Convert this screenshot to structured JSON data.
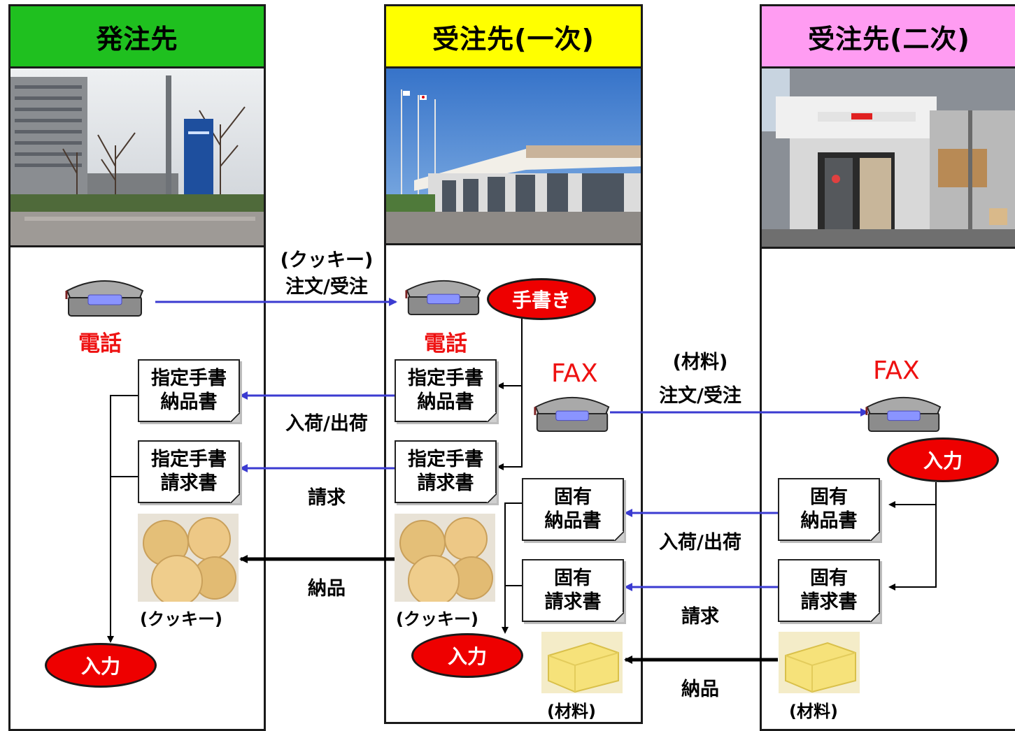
{
  "lanes": {
    "orderer": {
      "title": "発注先",
      "color": "#1fc01f"
    },
    "primary": {
      "title": "受注先(一次)",
      "color": "#ffff00"
    },
    "secondary": {
      "title": "受注先(二次)",
      "color": "#ff9cf2"
    }
  },
  "orderer": {
    "phone_label": "電話",
    "delivery_doc": [
      "指定手書",
      "納品書"
    ],
    "invoice_doc": [
      "指定手書",
      "請求書"
    ],
    "cookie_caption": "(クッキー)",
    "input_label": "入力"
  },
  "primary": {
    "phone_label": "電話",
    "handwritten_label": "手書き",
    "delivery_doc": [
      "指定手書",
      "納品書"
    ],
    "invoice_doc": [
      "指定手書",
      "請求書"
    ],
    "fax_label": "FAX",
    "own_delivery_doc": [
      "固有",
      "納品書"
    ],
    "own_invoice_doc": [
      "固有",
      "請求書"
    ],
    "cookie_caption": "(クッキー)",
    "input_label": "入力",
    "material_caption": "(材料)"
  },
  "secondary": {
    "fax_label": "FAX",
    "input_label": "入力",
    "own_delivery_doc": [
      "固有",
      "納品書"
    ],
    "own_invoice_doc": [
      "固有",
      "請求書"
    ],
    "material_caption": "(材料)"
  },
  "flows": {
    "order_cookie": [
      "(クッキー)",
      "注文/受注"
    ],
    "ship_1": "入荷/出荷",
    "bill_1": "請求",
    "deliver_1": "納品",
    "order_material": [
      "(材料)",
      "注文/受注"
    ],
    "ship_2": "入荷/出荷",
    "bill_2": "請求",
    "deliver_2": "納品"
  },
  "colors": {
    "flow_blue": "#3b3bd1",
    "flow_black": "#000000",
    "badge_red": "#ee0000"
  }
}
